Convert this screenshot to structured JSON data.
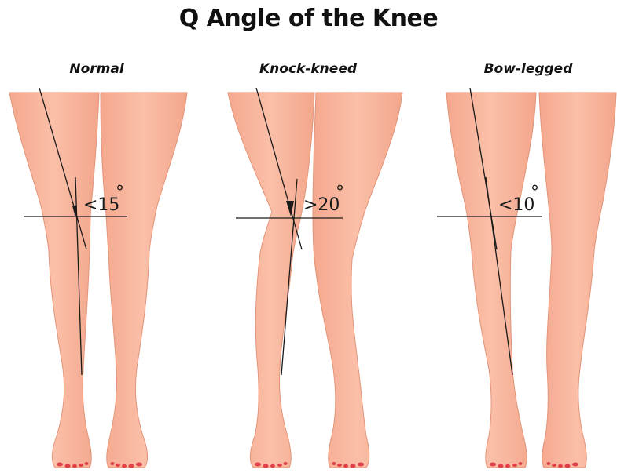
{
  "title": "Q Angle of the Knee",
  "panels": [
    {
      "label": "Normal",
      "angle": "<15",
      "degree": "°"
    },
    {
      "label": "Knock-kneed",
      "angle": ">20",
      "degree": "°"
    },
    {
      "label": "Bow-legged",
      "angle": "<10",
      "degree": "°"
    }
  ],
  "colors": {
    "skin": "#f9b8a0",
    "skin_shade": "#f0a58c",
    "skin_outline": "#e39479",
    "toenail": "#e0404a",
    "line": "#1a1a1a"
  }
}
